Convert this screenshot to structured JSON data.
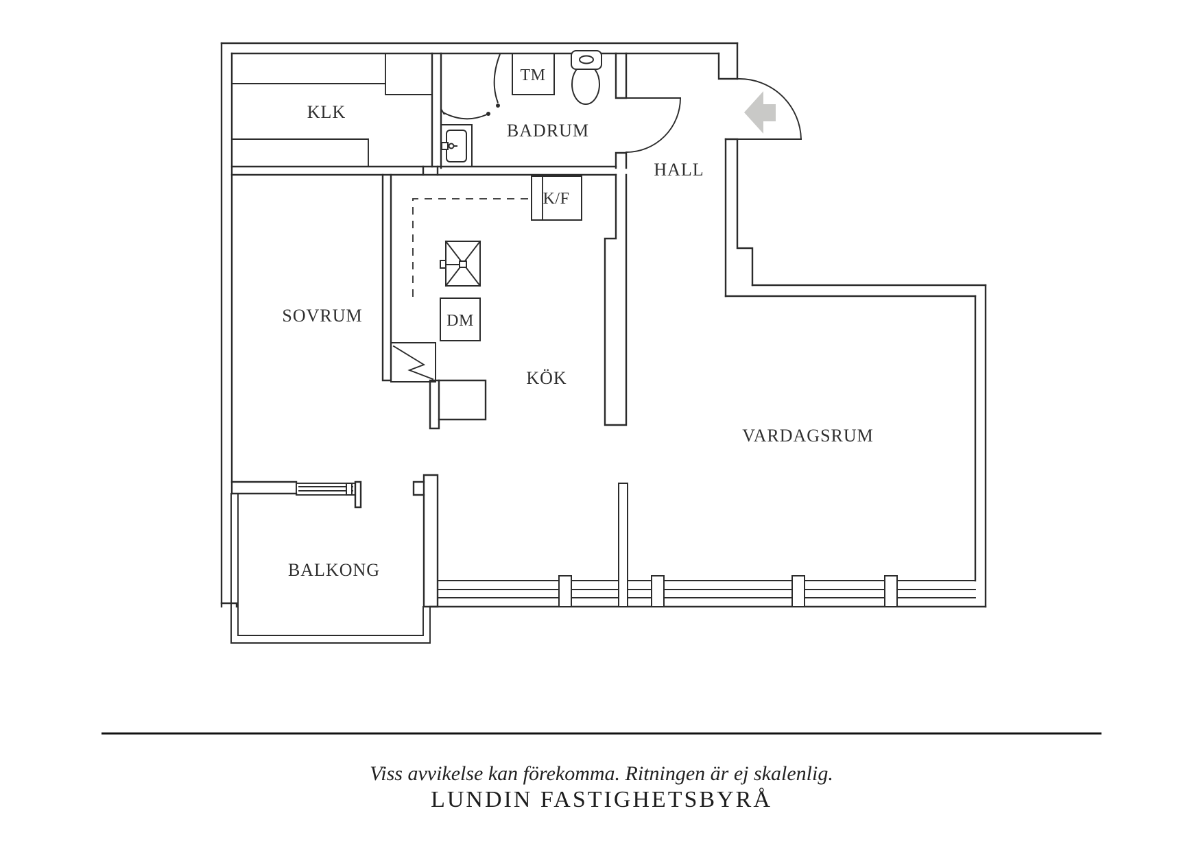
{
  "colors": {
    "line": "#2b2b2b",
    "text": "#2f2f2f",
    "arrow_fill": "#c9c9c7",
    "background": "#ffffff"
  },
  "rooms": {
    "klk": {
      "label": "KLK"
    },
    "badrum": {
      "label": "BADRUM"
    },
    "hall": {
      "label": "HALL"
    },
    "sovrum": {
      "label": "SOVRUM"
    },
    "kok": {
      "label": "KÖK"
    },
    "vardagsrum": {
      "label": "VARDAGSRUM"
    },
    "balkong": {
      "label": "BALKONG"
    }
  },
  "fixtures": {
    "tm": {
      "label": "TM"
    },
    "kf": {
      "label": "K/F"
    },
    "dm": {
      "label": "DM"
    }
  },
  "footer": {
    "disclaimer": "Viss avvikelse kan förekomma. Ritningen är ej skalenlig.",
    "brand": "LUNDIN FASTIGHETSBYRÅ"
  }
}
